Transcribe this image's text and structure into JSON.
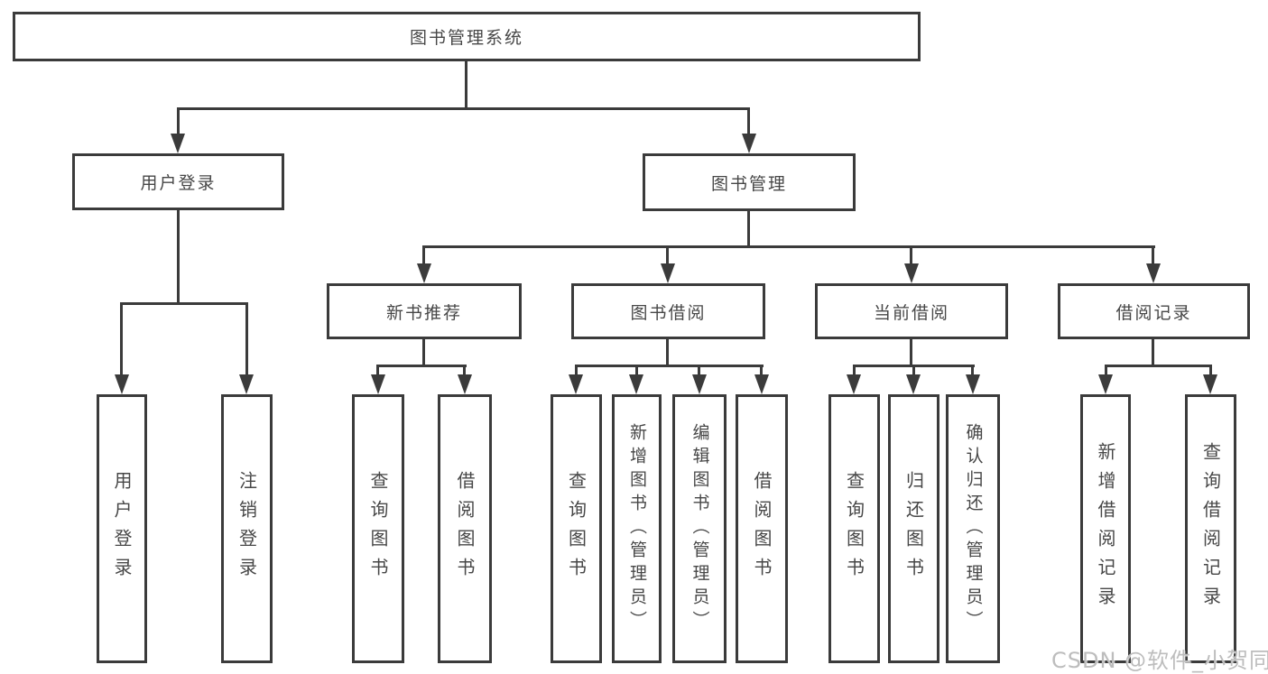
{
  "tree": {
    "root": "图书管理系统",
    "children": [
      {
        "label": "用户登录",
        "children": [
          "用户登录",
          "注销登录"
        ]
      },
      {
        "label": "图书管理",
        "children": [
          {
            "label": "新书推荐",
            "children": [
              "查询图书",
              "借阅图书"
            ]
          },
          {
            "label": "图书借阅",
            "children": [
              "查询图书",
              "新增图书（管理员）",
              "编辑图书（管理员）",
              "借阅图书"
            ]
          },
          {
            "label": "当前借阅",
            "children": [
              "查询图书",
              "归还图书",
              "确认归还（管理员）"
            ]
          },
          {
            "label": "借阅记录",
            "children": [
              "新增借阅记录",
              "查询借阅记录"
            ]
          }
        ]
      }
    ]
  },
  "watermark": "CSDN @软件_小贺同学",
  "colors": {
    "line": "#3b3b3b",
    "text": "#474747",
    "watermark": "#bdbdbd",
    "background": "#ffffff"
  }
}
